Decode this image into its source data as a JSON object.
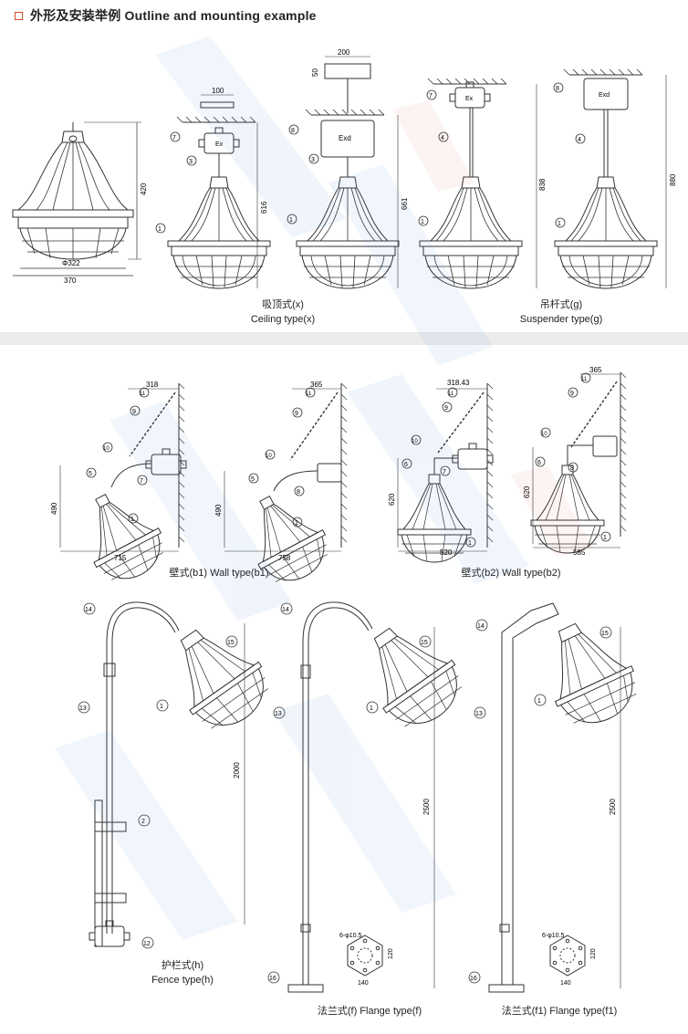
{
  "header": {
    "title": "外形及安装举例 Outline and mounting example"
  },
  "section1": {
    "ceiling": {
      "caption_cn": "吸顶式(x)",
      "caption_en": "Ceiling type(x)",
      "dims": {
        "height": "420",
        "diameter": "Φ322",
        "width": "370",
        "bracket": "100",
        "box_w": "200",
        "box_h": "50",
        "h1": "616",
        "h2": "661"
      }
    },
    "suspender": {
      "caption_cn": "吊杆式(g)",
      "caption_en": "Suspender type(g)",
      "dims": {
        "h1": "838",
        "h2": "880"
      }
    },
    "box_labels": {
      "ex": "Ex",
      "exd": "Exd"
    }
  },
  "section2": {
    "wall_b1": {
      "caption": "壁式(b1) Wall type(b1)",
      "dims": {
        "w1_top": "318",
        "w1_h": "490",
        "w1_w": "715",
        "w2_top": "365",
        "w2_h": "490",
        "w2_w": "758"
      }
    },
    "wall_b2": {
      "caption": "壁式(b2) Wall type(b2)",
      "dims": {
        "w1_top": "318.43",
        "w1_h": "620",
        "w1_w": "520",
        "w2_top": "365",
        "w2_h": "620",
        "w2_w": "585"
      }
    }
  },
  "section3": {
    "fence": {
      "caption_cn": "护栏式(h)",
      "caption_en": "Fence type(h)",
      "height": "2000"
    },
    "flange_f": {
      "caption": "法兰式(f) Flange type(f)",
      "height": "2500",
      "hole": "6-φ10.5",
      "side": "120",
      "pcd": "140"
    },
    "flange_f1": {
      "caption": "法兰式(f1) Flange type(f1)",
      "height": "2500",
      "hole": "6-φ10.5",
      "side": "120",
      "pcd": "140"
    }
  },
  "colors": {
    "line": "#333333",
    "gap": "#ececec",
    "accent": "#d04a2a",
    "watermark": "#2a7fc0"
  }
}
